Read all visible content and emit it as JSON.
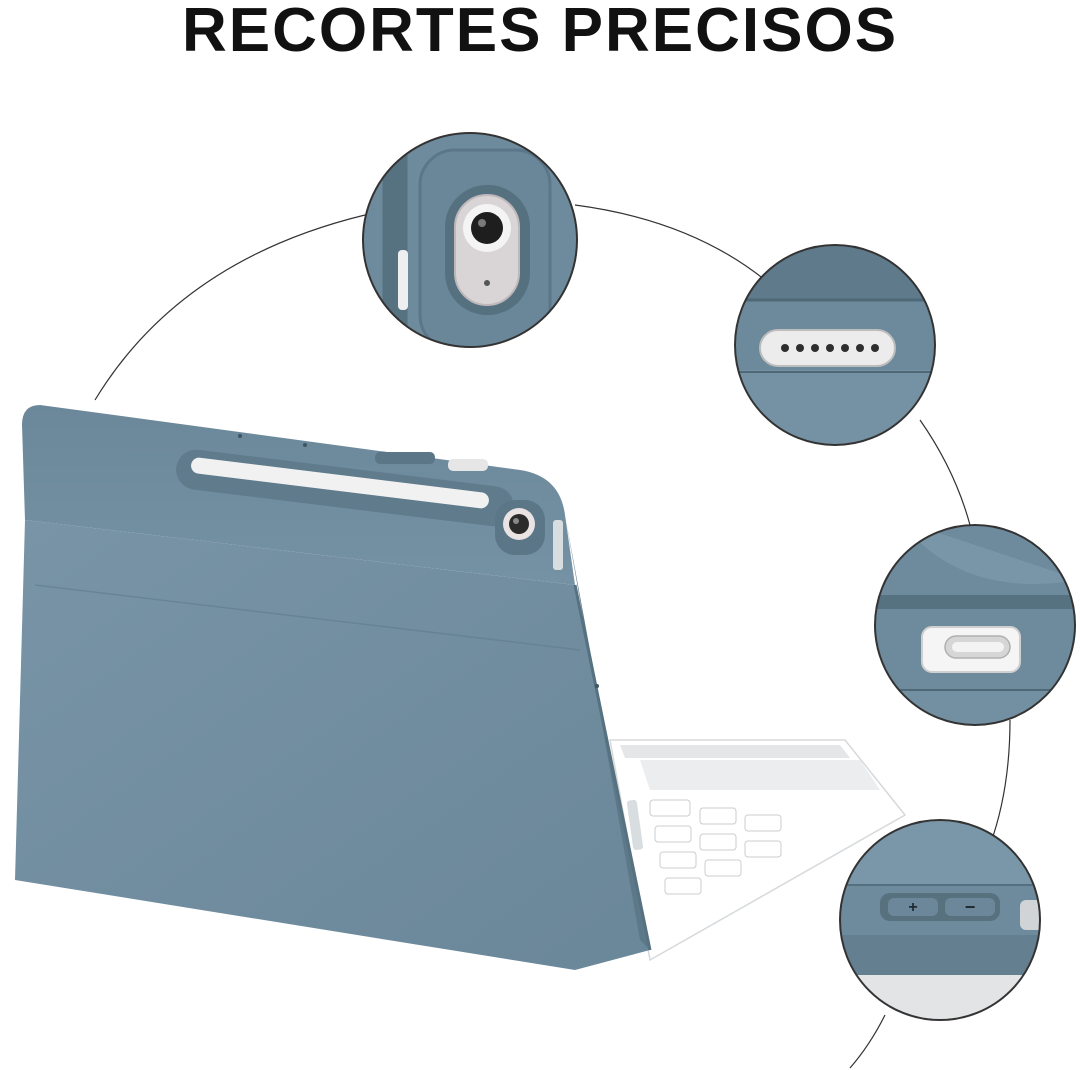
{
  "headline": "RECORTES PRECISOS",
  "colors": {
    "case_blue": "#6f8c9e",
    "case_blue_dark": "#5c7889",
    "case_blue_light": "#7f9bab",
    "keyboard_white": "#f2f3f4",
    "text": "#111111"
  },
  "keyboard": {
    "key_plus": "+",
    "key_minus": "−"
  },
  "detail_callouts": [
    {
      "name": "camera-cutout"
    },
    {
      "name": "charging-contacts-cutout"
    },
    {
      "name": "usb-c-port-cutout"
    },
    {
      "name": "volume-buttons-cutout"
    }
  ]
}
